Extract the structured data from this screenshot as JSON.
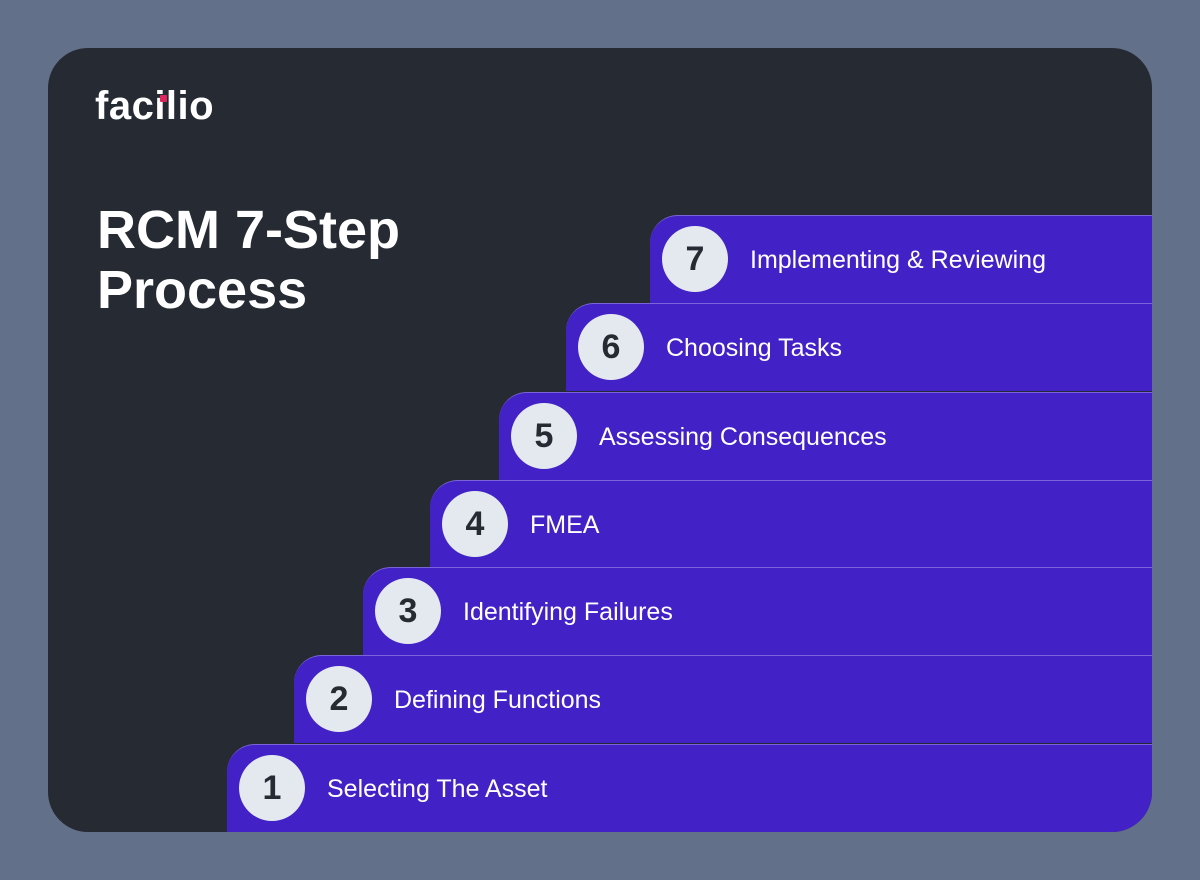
{
  "brand": {
    "logo_text": "facilio",
    "accent_color": "#e0245e"
  },
  "title": "RCM 7-Step\nProcess",
  "colors": {
    "background": "#637089",
    "card": "#252a33",
    "step": "#4222c6",
    "badge": "#e4e8ef"
  },
  "steps": [
    {
      "number": "7",
      "label": "Implementing & Reviewing"
    },
    {
      "number": "6",
      "label": "Choosing Tasks"
    },
    {
      "number": "5",
      "label": "Assessing Consequences"
    },
    {
      "number": "4",
      "label": "FMEA"
    },
    {
      "number": "3",
      "label": "Identifying Failures"
    },
    {
      "number": "2",
      "label": "Defining Functions"
    },
    {
      "number": "1",
      "label": "Selecting The Asset"
    }
  ]
}
